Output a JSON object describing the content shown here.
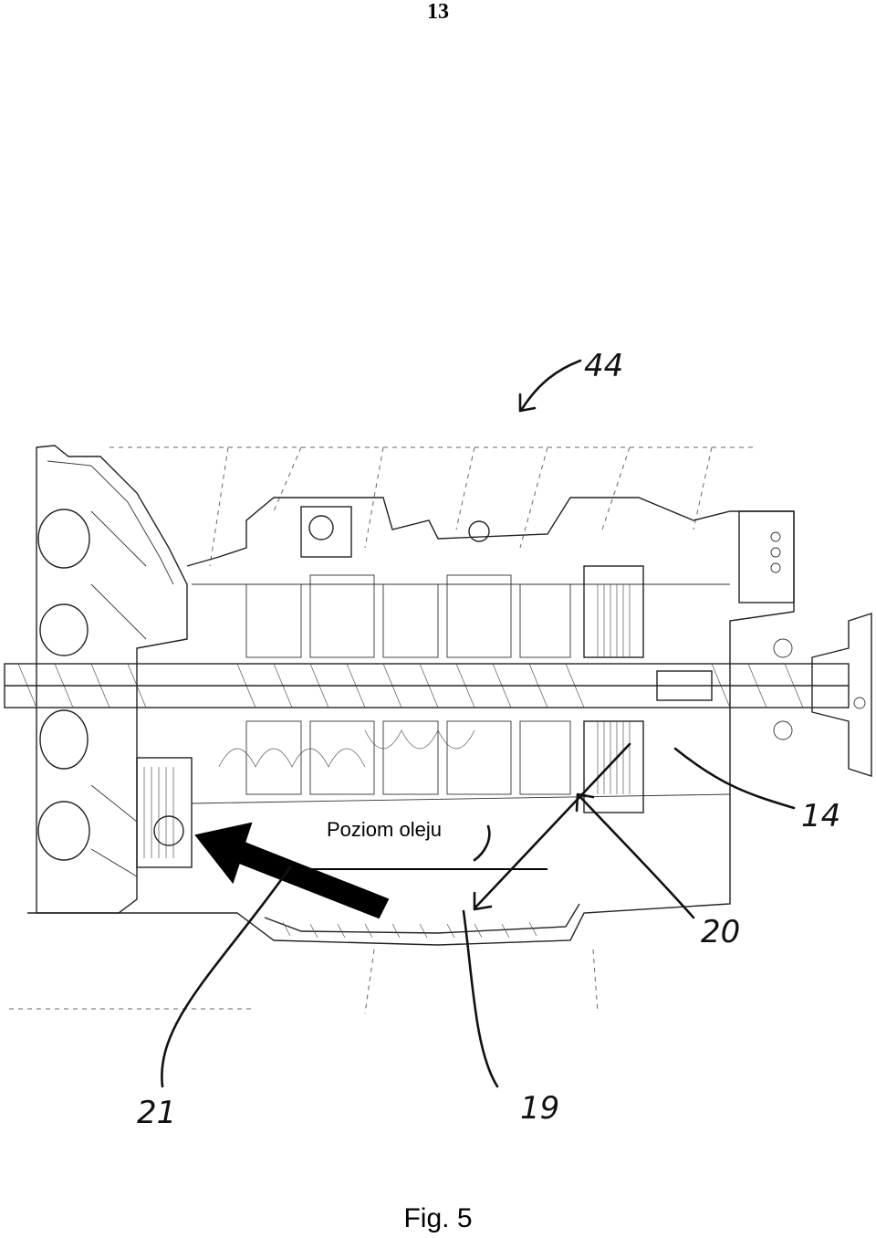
{
  "page_number": "13",
  "figure_caption": "Fig. 5",
  "oil_level_label": "Poziom oleju",
  "reference_numerals": {
    "assembly": "44",
    "bearing": "14",
    "oil_outlet": "19",
    "oil_channel": "20",
    "pump_inlet": "21"
  },
  "colors": {
    "ink": "#222222",
    "arrow": "#000000",
    "background": "#ffffff"
  }
}
